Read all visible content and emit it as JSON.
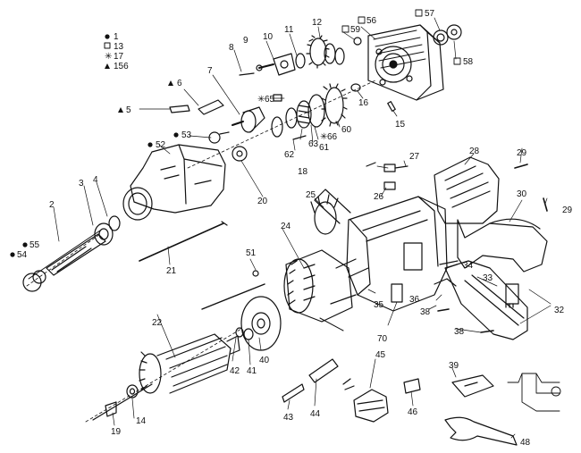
{
  "legend": [
    {
      "symbol": "●",
      "text": "1"
    },
    {
      "symbol": "□",
      "text": "13"
    },
    {
      "symbol": "✳",
      "text": "17"
    },
    {
      "symbol": "▲",
      "text": "156"
    }
  ],
  "callouts": {
    "c2": "2",
    "c3": "3",
    "c4": "4",
    "c5": "5",
    "c6": "6",
    "c7": "7",
    "c8": "8",
    "c9": "9",
    "c10": "10",
    "c11": "11",
    "c12": "12",
    "c14": "14",
    "c15": "15",
    "c16": "16",
    "c18": "18",
    "c19": "19",
    "c20": "20",
    "c21": "21",
    "c22": "22",
    "c24": "24",
    "c25": "25",
    "c26": "26",
    "c27": "27",
    "c28": "28",
    "c29a": "29",
    "c29b": "29",
    "c30": "30",
    "c32": "32",
    "c33": "33",
    "c34": "34",
    "c35": "35",
    "c36": "36",
    "c38a": "38",
    "c38b": "38",
    "c39": "39",
    "c40": "40",
    "c41": "41",
    "c42": "42",
    "c43": "43",
    "c44": "44",
    "c45": "45",
    "c46": "46",
    "c48": "48",
    "c51": "51",
    "c52": "52",
    "c53": "53",
    "c54": "54",
    "c55": "55",
    "c56": "56",
    "c57": "57",
    "c58": "58",
    "c59": "59",
    "c60": "60",
    "c61": "61",
    "c62": "62",
    "c63": "63",
    "c65": "65",
    "c66": "66",
    "c70": "70"
  }
}
